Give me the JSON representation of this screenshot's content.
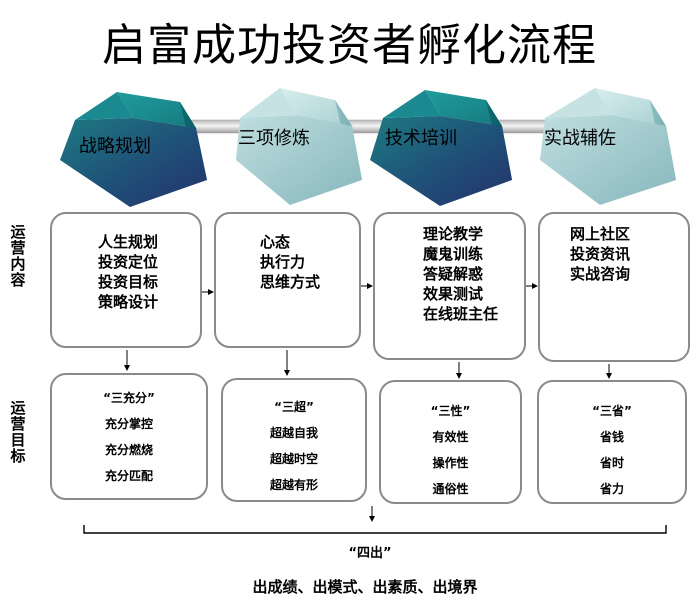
{
  "title": "启富成功投资者孵化流程",
  "stages": [
    {
      "label": "战略规划"
    },
    {
      "label": "三项修炼"
    },
    {
      "label": "技术培训"
    },
    {
      "label": "实战辅佐"
    }
  ],
  "row_labels": {
    "content": [
      "运",
      "营",
      "内",
      "容"
    ],
    "goals": [
      "运",
      "营",
      "目",
      "标"
    ]
  },
  "content": [
    [
      "人生规划",
      "投资定位",
      "投资目标",
      "策略设计"
    ],
    [
      "心态",
      "执行力",
      "思维方式"
    ],
    [
      "理论教学",
      "魔鬼训练",
      "答疑解惑",
      "效果测试",
      "在线班主任"
    ],
    [
      "网上社区",
      "投资资讯",
      "实战咨询"
    ]
  ],
  "goals": [
    {
      "heading": "“三充分”",
      "items": [
        "充分掌控",
        "充分燃烧",
        "充分匹配"
      ]
    },
    {
      "heading": "“三超”",
      "items": [
        "超越自我",
        "超越时空",
        "超越有形"
      ]
    },
    {
      "heading": "“三性”",
      "items": [
        "有效性",
        "操作性",
        "通俗性"
      ]
    },
    {
      "heading": "“三省”",
      "items": [
        "省钱",
        "省时",
        "省力"
      ]
    }
  ],
  "summary": {
    "label": "“四出”",
    "text": "出成绩、出模式、出素质、出境界"
  },
  "colors": {
    "cube_dark_front": "#1f3d6b",
    "cube_teal_front": "#2f8a90",
    "cube_light_front": "#9fc9cc",
    "tube": "#d8d8d8",
    "box_border": "#8a8a8a"
  }
}
